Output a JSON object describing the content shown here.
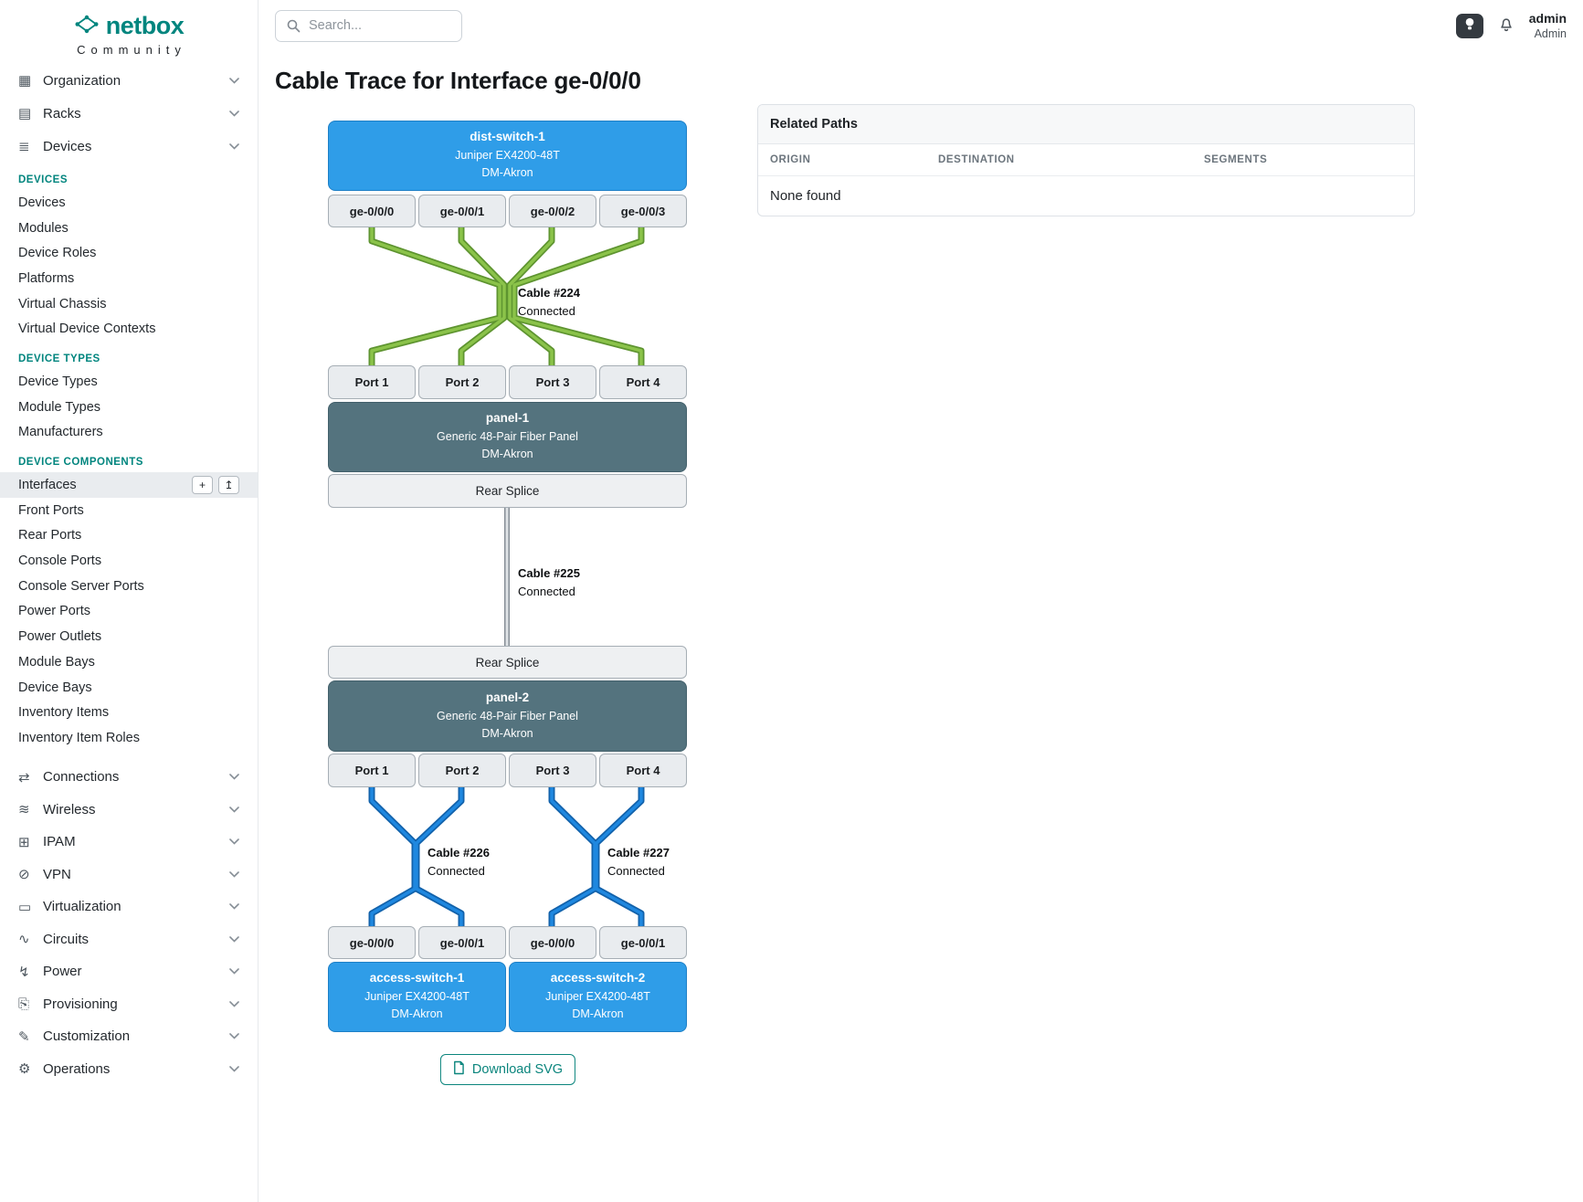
{
  "brand": {
    "name": "netbox",
    "tagline": "Community"
  },
  "topbar": {
    "search_placeholder": "Search...",
    "user": {
      "name": "admin",
      "role": "Admin"
    }
  },
  "icons": {
    "organization": "▦",
    "racks": "▤",
    "devices": "≣",
    "connections": "⇄",
    "wireless": "≋",
    "ipam": "⊞",
    "vpn": "⊘",
    "virtualization": "▭",
    "circuits": "∿",
    "power": "↯",
    "provisioning": "⎘",
    "customization": "✎",
    "operations": "⚙",
    "add": "+",
    "import": "↥"
  },
  "sidebar": {
    "groups_top": [
      {
        "label": "Organization"
      },
      {
        "label": "Racks"
      },
      {
        "label": "Devices"
      }
    ],
    "sections": [
      {
        "title": "DEVICES",
        "items": [
          "Devices",
          "Modules",
          "Device Roles",
          "Platforms",
          "Virtual Chassis",
          "Virtual Device Contexts"
        ]
      },
      {
        "title": "DEVICE TYPES",
        "items": [
          "Device Types",
          "Module Types",
          "Manufacturers"
        ]
      },
      {
        "title": "DEVICE COMPONENTS",
        "items": [
          "Interfaces",
          "Front Ports",
          "Rear Ports",
          "Console Ports",
          "Console Server Ports",
          "Power Ports",
          "Power Outlets",
          "Module Bays",
          "Device Bays",
          "Inventory Items",
          "Inventory Item Roles"
        ],
        "active_item": "Interfaces"
      }
    ],
    "groups_bottom": [
      {
        "label": "Connections"
      },
      {
        "label": "Wireless"
      },
      {
        "label": "IPAM"
      },
      {
        "label": "VPN"
      },
      {
        "label": "Virtualization"
      },
      {
        "label": "Circuits"
      },
      {
        "label": "Power"
      },
      {
        "label": "Provisioning"
      },
      {
        "label": "Customization"
      },
      {
        "label": "Operations"
      }
    ]
  },
  "page": {
    "title": "Cable Trace for Interface ge-0/0/0"
  },
  "related_paths": {
    "title": "Related Paths",
    "columns": [
      "ORIGIN",
      "DESTINATION",
      "SEGMENTS"
    ],
    "empty_text": "None found"
  },
  "trace": {
    "colors": {
      "device_box": "#2f9de8",
      "panel_box": "#54737e",
      "green": "#8bc34a",
      "green_dark": "#5e9430",
      "blue": "#1f88e0",
      "blue_dark": "#1262ab",
      "gray_light": "#dee2e6",
      "gray_dark": "#868e96",
      "accent_teal": "#00857e"
    },
    "dist_switch": {
      "name": "dist-switch-1",
      "model": "Juniper EX4200-48T",
      "site": "DM-Akron"
    },
    "dist_ifaces": [
      "ge-0/0/0",
      "ge-0/0/1",
      "ge-0/0/2",
      "ge-0/0/3"
    ],
    "cable224": {
      "id": "Cable #224",
      "status": "Connected"
    },
    "panel1": {
      "name": "panel-1",
      "model": "Generic 48-Pair Fiber Panel",
      "site": "DM-Akron"
    },
    "panel_ports": [
      "Port 1",
      "Port 2",
      "Port 3",
      "Port 4"
    ],
    "rear_splice": "Rear Splice",
    "cable225": {
      "id": "Cable #225",
      "status": "Connected"
    },
    "panel2": {
      "name": "panel-2",
      "model": "Generic 48-Pair Fiber Panel",
      "site": "DM-Akron"
    },
    "cable226": {
      "id": "Cable #226",
      "status": "Connected"
    },
    "cable227": {
      "id": "Cable #227",
      "status": "Connected"
    },
    "access_ifaces": [
      "ge-0/0/0",
      "ge-0/0/1",
      "ge-0/0/0",
      "ge-0/0/1"
    ],
    "access_switch1": {
      "name": "access-switch-1",
      "model": "Juniper EX4200-48T",
      "site": "DM-Akron"
    },
    "access_switch2": {
      "name": "access-switch-2",
      "model": "Juniper EX4200-48T",
      "site": "DM-Akron"
    },
    "download_label": "Download SVG"
  }
}
